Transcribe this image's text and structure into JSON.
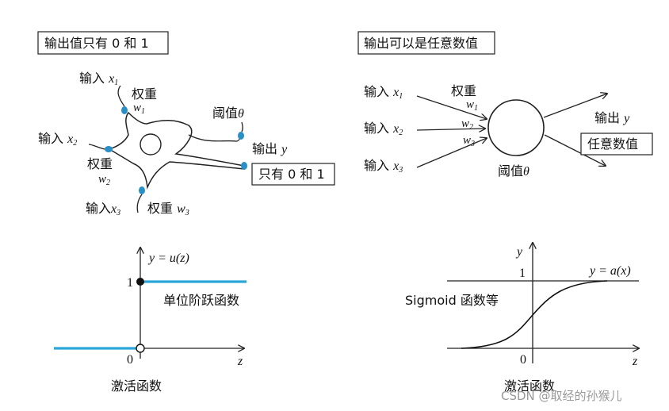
{
  "top_left": {
    "box_title": "输出值只有 0 和 1",
    "input_label": "输入",
    "x1": "x",
    "x1_sub": "1",
    "x2": "x",
    "x2_sub": "2",
    "x3": "x",
    "x3_sub": "3",
    "weight_label": "权重",
    "w1": "w",
    "w1_sub": "1",
    "w2": "w",
    "w2_sub": "2",
    "w3": "w",
    "w3_sub": "3",
    "threshold_label": "阈值",
    "theta": "θ",
    "output_label": "输出",
    "y": "y",
    "output_box": "只有 0 和 1"
  },
  "top_right": {
    "box_title": "输出可以是任意数值",
    "input_label": "输入",
    "x1": "x",
    "x1_sub": "1",
    "x2": "x",
    "x2_sub": "2",
    "x3": "x",
    "x3_sub": "3",
    "weight_label": "权重",
    "w1": "w",
    "w1_sub": "1",
    "w2": "w",
    "w2_sub": "2",
    "w3": "w",
    "w3_sub": "3",
    "threshold_label": "阈值",
    "theta": "θ",
    "output_label": "输出",
    "y": "y",
    "output_box": "任意数值"
  },
  "bottom_left": {
    "func_label": "y = u(z)",
    "tick_one": "1",
    "tick_zero": "0",
    "axis_z": "z",
    "curve_label": "单位阶跃函数",
    "caption": "激活函数"
  },
  "bottom_right": {
    "axis_y": "y",
    "tick_one": "1",
    "tick_zero": "0",
    "axis_z": "z",
    "func_label": "y = a(x)",
    "curve_label": "Sigmoid 函数等",
    "caption": "激活函数"
  },
  "watermark": "CSDN @取经的孙猴儿"
}
